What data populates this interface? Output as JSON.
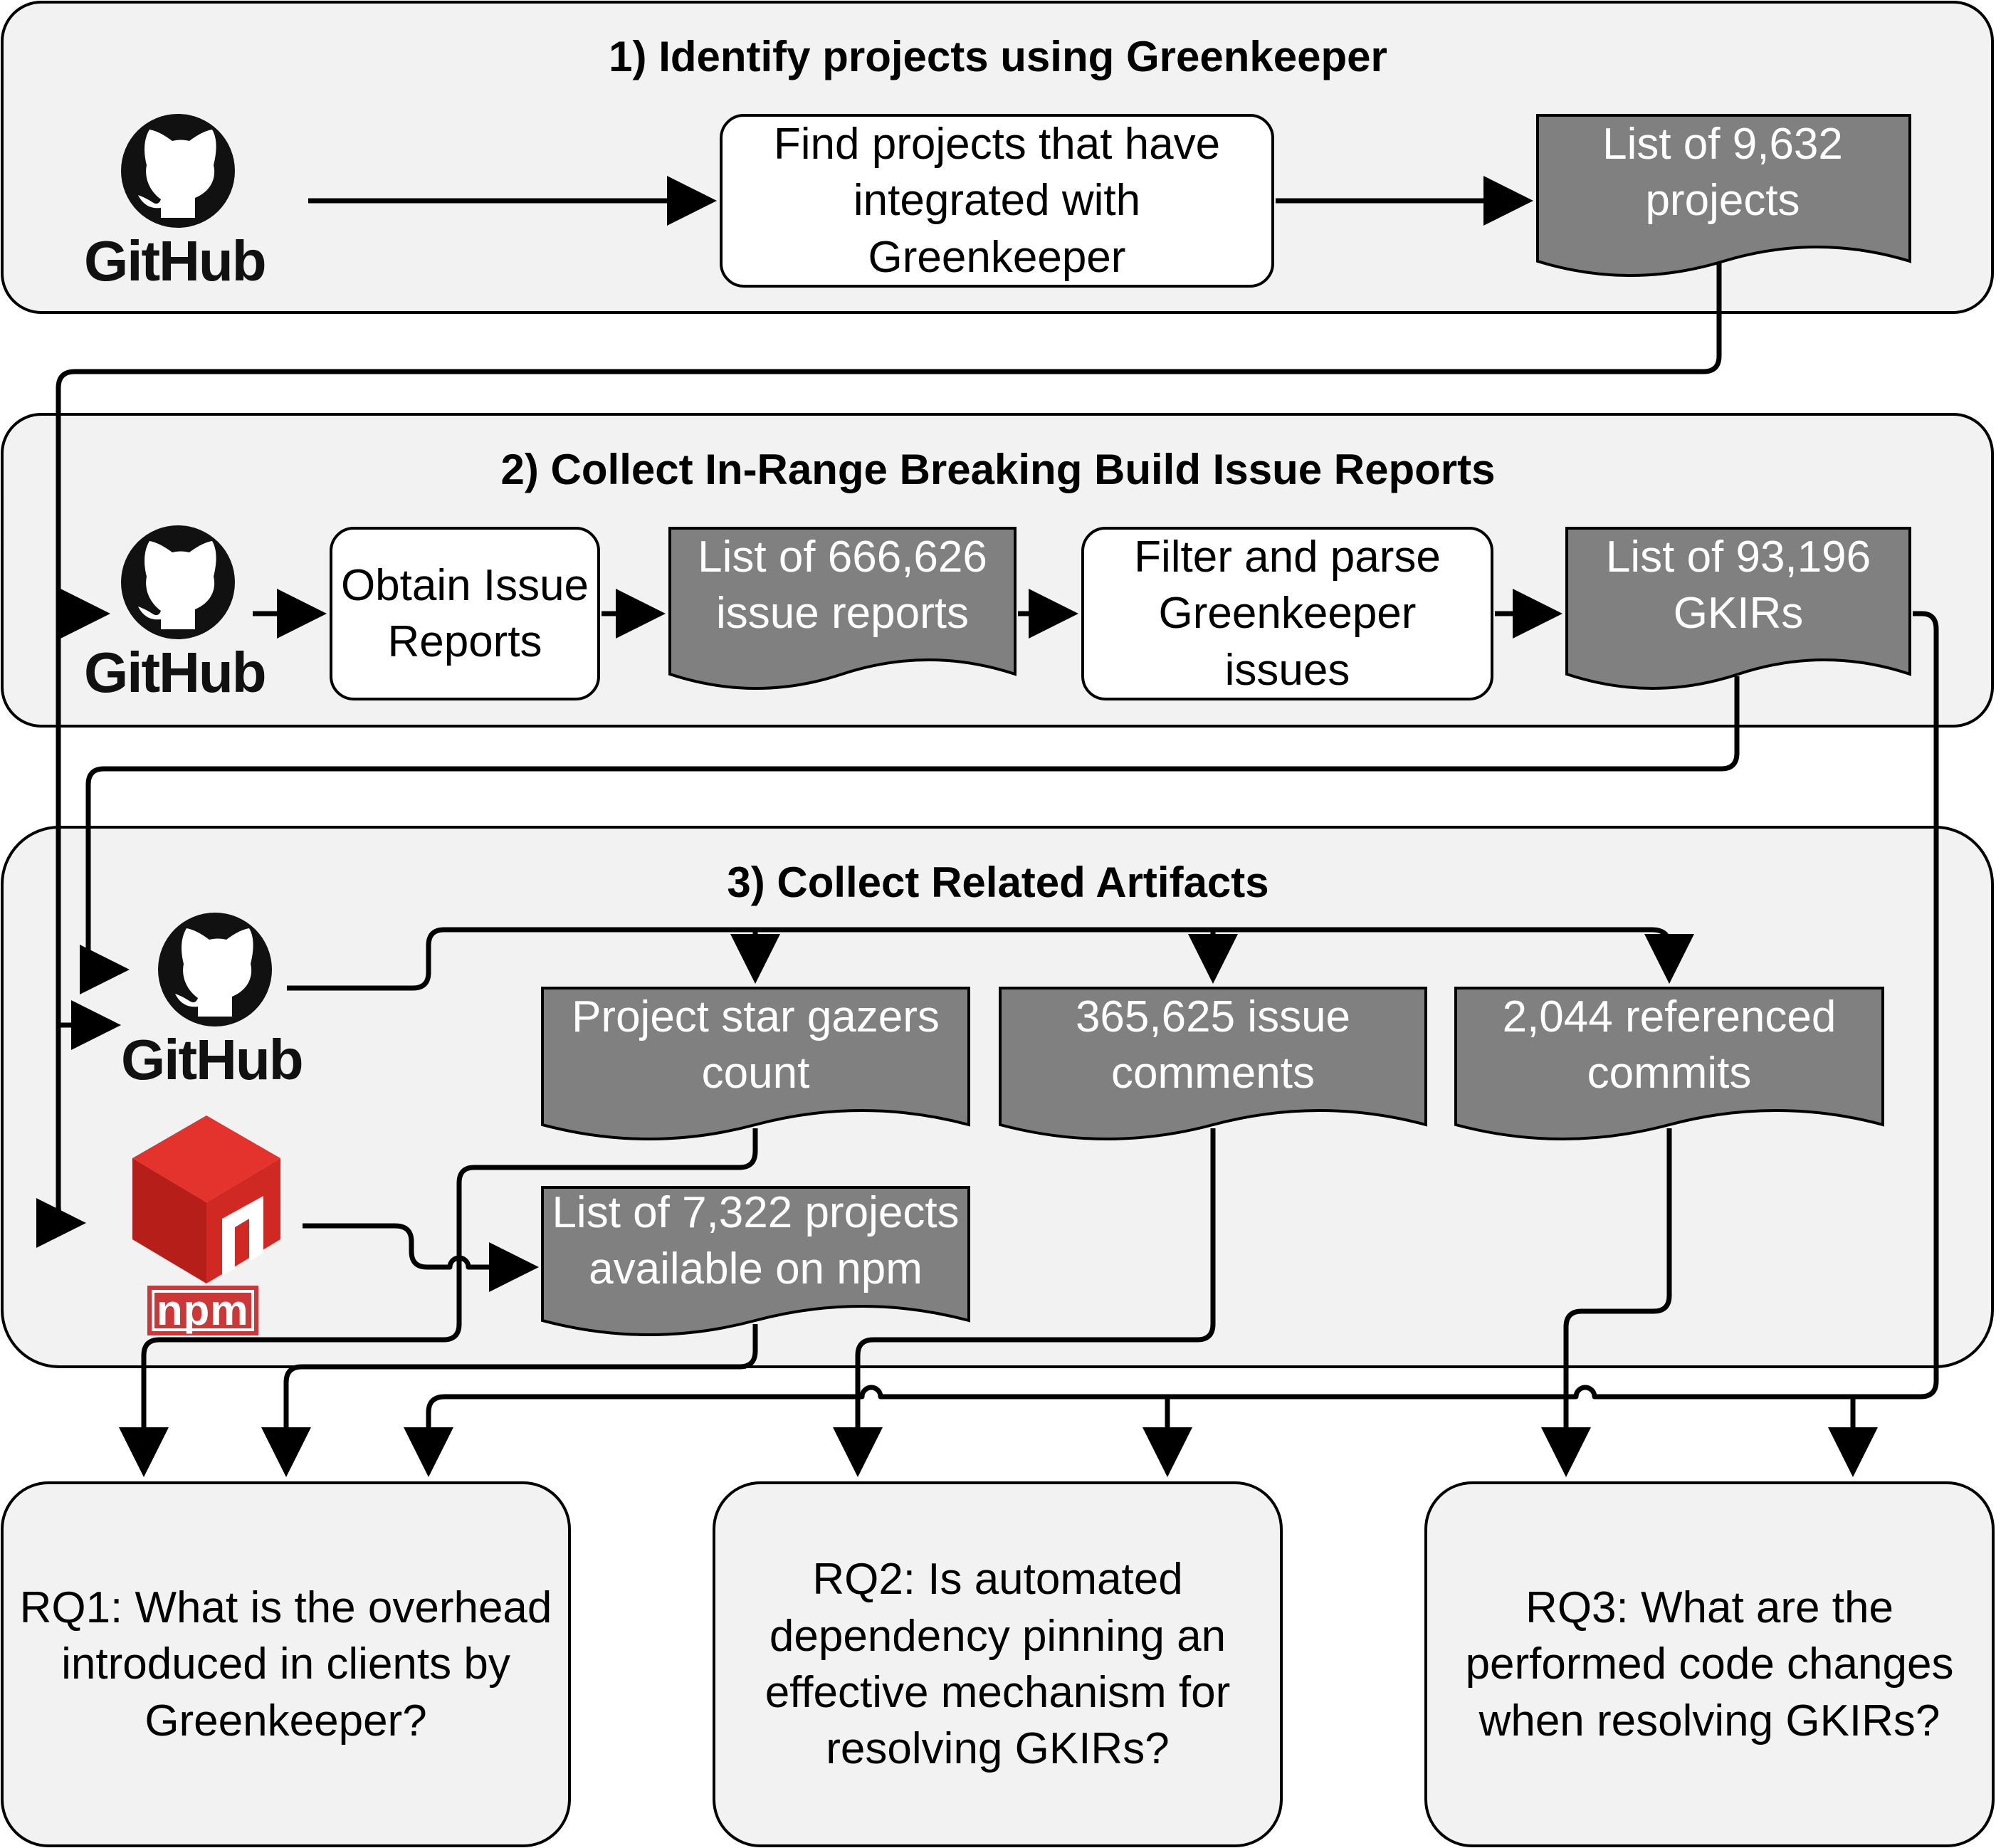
{
  "stages": {
    "s1": {
      "title": "1) Identify projects using Greenkeeper"
    },
    "s2": {
      "title": "2) Collect In-Range Breaking Build Issue Reports"
    },
    "s3": {
      "title": "3) Collect Related Artifacts"
    }
  },
  "processes": {
    "find_projects": "Find projects that have integrated with Greenkeeper",
    "obtain_issues": "Obtain Issue Reports",
    "filter_parse": "Filter and parse Greenkeeper issues"
  },
  "documents": {
    "list_projects": "List of 9,632 projects",
    "list_issues": "List of 666,626 issue reports",
    "list_gkirs": "List of 93,196 GKIRs",
    "stargazers": "Project star gazers count",
    "issue_comments": "365,625 issue comments",
    "ref_commits": "2,044 referenced commits",
    "npm_projects": "List of 7,322 projects available on npm"
  },
  "logos": {
    "github": "GitHub",
    "npm": "npm"
  },
  "research_questions": {
    "rq1": "RQ1: What is the overhead introduced in clients by Greenkeeper?",
    "rq2": "RQ2: Is automated dependency pinning an effective mechanism for resolving GKIRs?",
    "rq3": "RQ3: What are the performed code changes when resolving GKIRs?"
  },
  "colors": {
    "stage_fill": "#f2f2f2",
    "document_fill": "#808080",
    "npm_red": "#cb3837",
    "stroke": "#000000"
  }
}
